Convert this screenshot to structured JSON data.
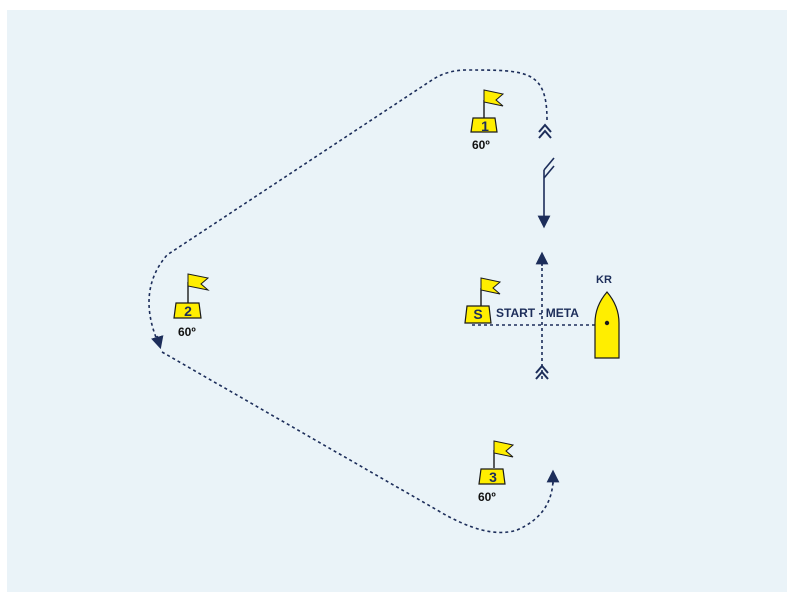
{
  "colors": {
    "background": "#eaf3f8",
    "buoy_fill": "#ffee00",
    "buoy_stroke": "#1a1a1a",
    "course_line": "#1c2d5a",
    "text": "#1c2d5a"
  },
  "marks": [
    {
      "id": "mark-1",
      "number": "1",
      "angle": "60º"
    },
    {
      "id": "mark-2",
      "number": "2",
      "angle": "60º"
    },
    {
      "id": "mark-3",
      "number": "3",
      "angle": "60º"
    },
    {
      "id": "mark-start",
      "number": "S"
    }
  ],
  "start_finish_label": "START - META",
  "committee_boat_label": "KR",
  "icons": [
    "flag-icon",
    "double-chevron-up-icon",
    "wind-arrow-icon",
    "committee-boat-icon"
  ]
}
